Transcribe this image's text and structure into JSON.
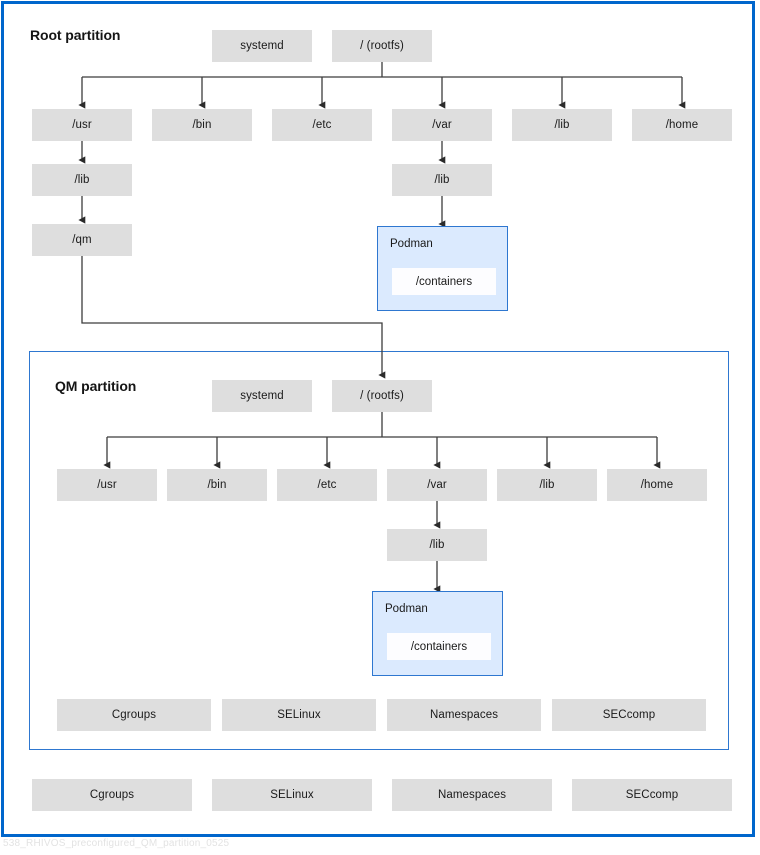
{
  "figure": {
    "caption": "538_RHIVOS_preconfigured_QM_partition_0525",
    "frame_color": "#0066cc",
    "panel_border_color": "#2e77d0",
    "node_fill": "#dedede",
    "podman_fill": "#dbeafe",
    "connector_color": "#3c3c3c"
  },
  "root_partition": {
    "title": "Root partition",
    "systemd": "systemd",
    "rootfs": "/ (rootfs)",
    "children": [
      {
        "label": "/usr"
      },
      {
        "label": "/bin"
      },
      {
        "label": "/etc"
      },
      {
        "label": "/var"
      },
      {
        "label": "/lib"
      },
      {
        "label": "/home"
      }
    ],
    "usr_lib": "/lib",
    "usr_qm": "/qm",
    "var_lib": "/lib",
    "podman": {
      "title": "Podman",
      "containers": "/containers"
    }
  },
  "qm_partition": {
    "title": "QM partition",
    "systemd": "systemd",
    "rootfs": "/ (rootfs)",
    "children": [
      {
        "label": "/usr"
      },
      {
        "label": "/bin"
      },
      {
        "label": "/etc"
      },
      {
        "label": "/var"
      },
      {
        "label": "/lib"
      },
      {
        "label": "/home"
      }
    ],
    "var_lib": "/lib",
    "podman": {
      "title": "Podman",
      "containers": "/containers"
    },
    "features": [
      {
        "label": "Cgroups"
      },
      {
        "label": "SELinux"
      },
      {
        "label": "Namespaces"
      },
      {
        "label": "SECcomp"
      }
    ]
  },
  "host_features": [
    {
      "label": "Cgroups"
    },
    {
      "label": "SELinux"
    },
    {
      "label": "Namespaces"
    },
    {
      "label": "SECcomp"
    }
  ]
}
